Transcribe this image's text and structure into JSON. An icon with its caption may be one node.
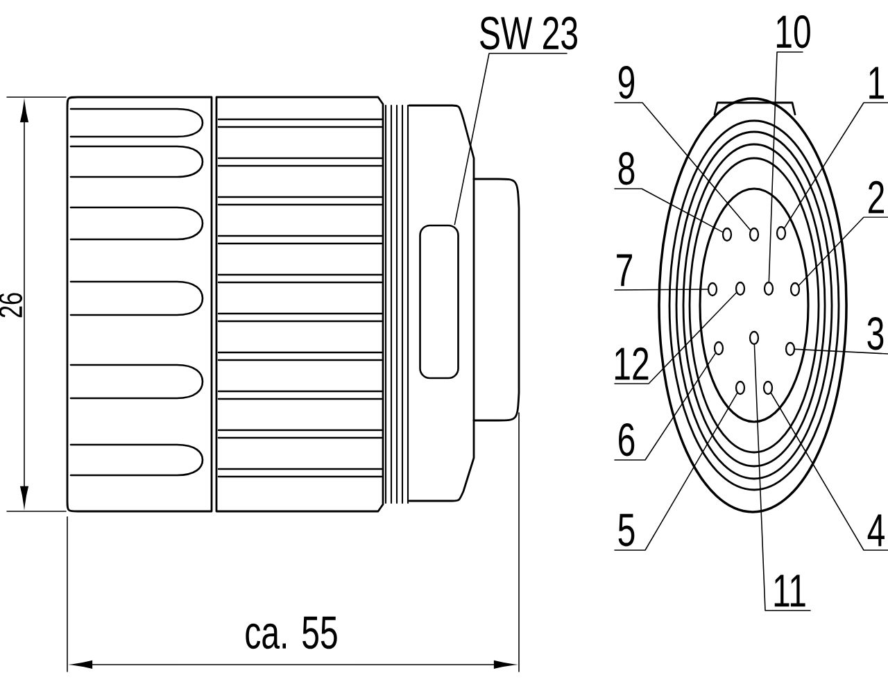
{
  "diagram": {
    "nodes": [
      {
        "text": [
          "SW 23"
        ]
      },
      {
        "text": [],
        "shape": "box"
      },
      {
        "text": [
          "10"
        ]
      },
      {
        "text": [
          "9"
        ]
      },
      {
        "text": [
          "1"
        ]
      },
      {
        "text": [
          "8"
        ]
      },
      {
        "text": [
          "2"
        ]
      },
      {
        "text": [
          "7"
        ]
      },
      {
        "text": [
          "3"
        ]
      },
      {
        "text": [
          "12"
        ]
      },
      {
        "text": [
          "6"
        ]
      },
      {
        "text": [
          "5"
        ]
      },
      {
        "text": [
          "4"
        ]
      },
      {
        "text": [
          "11"
        ]
      },
      {
        "text": [],
        "shape": "circle"
      },
      {
        "text": [],
        "shape": "circle"
      },
      {
        "text": [],
        "shape": "circle"
      },
      {
        "text": [],
        "shape": "circle"
      },
      {
        "text": [],
        "shape": "circle"
      },
      {
        "text": [],
        "shape": "circle"
      },
      {
        "text": [],
        "shape": "circle"
      },
      {
        "text": [],
        "shape": "circle"
      },
      {
        "text": [],
        "shape": "circle"
      },
      {
        "text": [],
        "shape": "circle"
      },
      {
        "text": [],
        "shape": "circle"
      },
      {
        "text": [],
        "shape": "circle"
      }
    ],
    "edges": [
      {
        "from": 0,
        "to": 1,
        "arrow": "none"
      },
      {
        "from": 2,
        "to": 19,
        "arrow": "none"
      },
      {
        "from": 3,
        "to": 15,
        "arrow": "none"
      },
      {
        "from": 4,
        "to": 16,
        "arrow": "none"
      },
      {
        "from": 5,
        "to": 14,
        "arrow": "none"
      },
      {
        "from": 6,
        "to": 20,
        "arrow": "none"
      },
      {
        "from": 7,
        "to": 17,
        "arrow": "none"
      },
      {
        "from": 8,
        "to": 23,
        "arrow": "none"
      },
      {
        "from": 9,
        "to": 18,
        "arrow": "none"
      },
      {
        "from": 10,
        "to": 21,
        "arrow": "none"
      },
      {
        "from": 11,
        "to": 24,
        "arrow": "none"
      },
      {
        "from": 12,
        "to": 25,
        "arrow": "none"
      },
      {
        "from": 13,
        "to": 22,
        "arrow": "none"
      }
    ],
    "labels": [
      "26",
      "ca. 55"
    ]
  }
}
